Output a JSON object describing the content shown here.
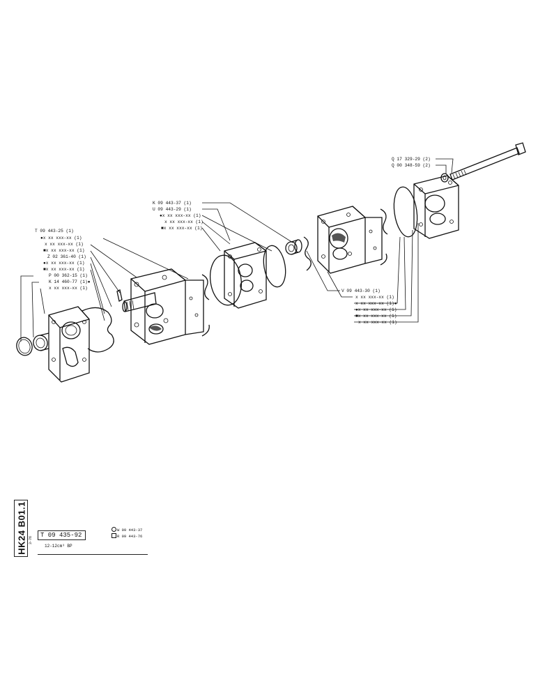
{
  "doc": {
    "side_code": "HK24 B01.1",
    "side_sub": "3-76",
    "ref_number": "T 09 435-92",
    "ref_description": "12-12cm³   BP",
    "alt_refs": [
      {
        "symbol": "circle",
        "text": "W 09 443-37"
      },
      {
        "symbol": "square",
        "text": "R 09 443-76"
      }
    ]
  },
  "labels": {
    "group_left": [
      "T 09 443-25 (1)",
      "●x xx xxx-xx (1)",
      "x xx xxx-xx (1)",
      "■x xx xxx-xx (1)",
      "Z 02 361-40 (1)",
      "●x xx xxx-xx (1)",
      "■x xx xxx-xx (1)",
      "P 00 362-15 (1)",
      "K 14 460-77 (1)●",
      "x xx xxx-xx (1)"
    ],
    "group_middle": [
      "K 09 443-37 (1)",
      "U 09 443-29 (1)",
      "●x xx xxx-xx (1)",
      "x xx xxx-xx (1)",
      "■x xx xxx-xx (1)"
    ],
    "group_right": [
      "V 09 443-30 (1)",
      "x xx xxx-xx (1)",
      "x xx xxx-xx (1)●",
      "●x xx xxx-xx (1)",
      "■x xx xxx-xx (1)",
      "x xx xxx-xx (1)"
    ],
    "group_top": [
      "Q 17 329-29 (2)",
      "Q 00 348-59 (2)"
    ]
  }
}
